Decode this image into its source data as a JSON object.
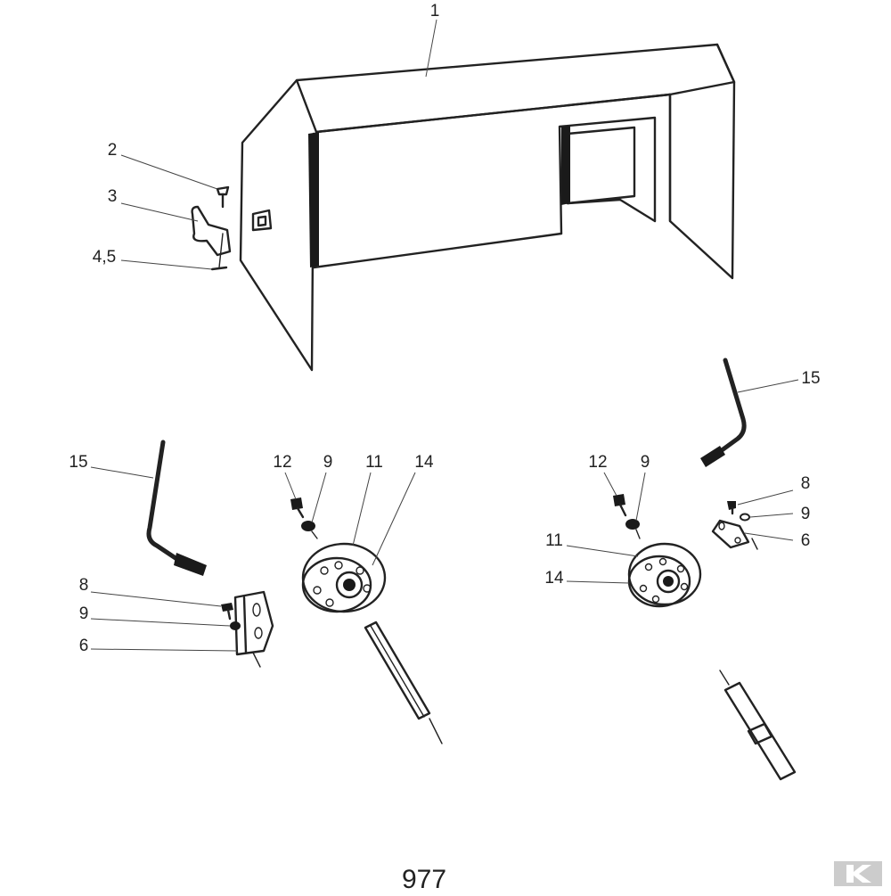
{
  "labels": {
    "l1": "1",
    "l2": "2",
    "l3": "3",
    "l45": "4,5",
    "l15a": "15",
    "l15b": "15",
    "l12a": "12",
    "l9a": "9",
    "l11a": "11",
    "l14a": "14",
    "l12b": "12",
    "l9b": "9",
    "l8b": "8",
    "l9c": "9",
    "l6b": "6",
    "l11b": "11",
    "l14b": "14",
    "l8a": "8",
    "l9d": "9",
    "l6a": "6"
  },
  "page_number": "977",
  "colors": {
    "ink": "#222222",
    "paper": "#ffffff",
    "logo": "#cccccc"
  },
  "icons": {
    "logo": "brand-k-logo-icon"
  }
}
